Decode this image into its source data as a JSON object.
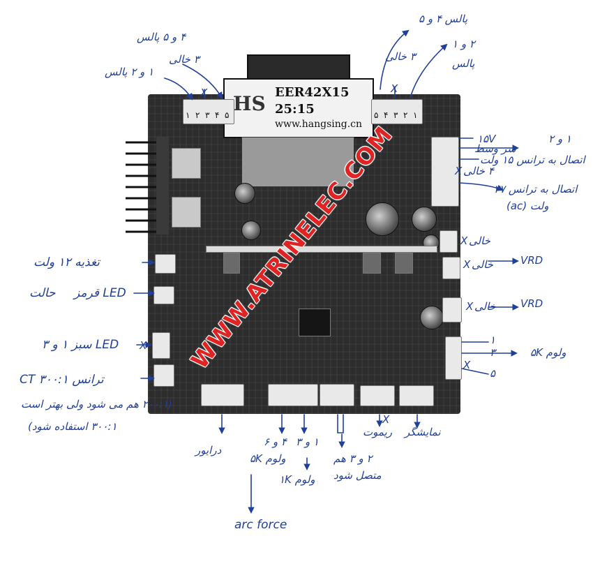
{
  "transformer": {
    "brand_mark": "HS",
    "model": "EER42X15",
    "ratio": "25:15",
    "website": "www.hangsing.cn"
  },
  "watermark": "WWW.ATRINELEC.COM",
  "left_top_connector": {
    "pins": [
      "۱",
      "۲",
      "۳",
      "۴",
      "۵"
    ],
    "x_mark": "X"
  },
  "right_top_connector": {
    "pins": [
      "۵",
      "۴",
      "۳",
      "۲",
      "۱"
    ],
    "x_mark": "X"
  },
  "labels": {
    "top_left_pulse_45": "۴ و ۵ پالس",
    "top_left_empty_3": "۳ خالی",
    "top_left_pulse_12": "۱ و ۲ پالس",
    "top_right_pulse_45": "پالس ۴ و ۵",
    "top_right_empty_3": "۳ خالی",
    "top_right_pulse_12_a": "۲ و ۱",
    "top_right_pulse_12_b": "پالس",
    "right_pin_15v": "۱۵V",
    "right_pin_12_hint": "۱ و ۲",
    "right_middle": "سر وسط",
    "right_trans_15v": "اتصال به ترانس ۱۵ ولت",
    "right_empty_4": "۴ خالی",
    "right_trans_27v": "اتصال به ترانس ۲۷",
    "right_volt_ac": "ولت (ac)",
    "right_empty_1": "خالی",
    "right_empty_vrd_1": "خالی",
    "right_vrd_1": "VRD",
    "right_empty_vrd_2": "خالی",
    "right_vrd_2": "VRD",
    "right_pot_pin1": "۱",
    "right_pot_pin3": "۳",
    "right_pot_pin5": "۵",
    "right_pot_5k": "ولوم ۵K",
    "left_supply_12v": "تغذیه ۱۲ ولت",
    "left_led_red": "LED قرمز",
    "left_led_status": "حالت",
    "left_led_green": "LED سبز ۱ و ۳",
    "left_ct": "ترانس ۳۰۰:۱ CT",
    "left_ct_note_1": "(۲۰۰:۱ هم می شود ولی بهتر است",
    "left_ct_note_2": "۳۰۰:۱ استفاده شود)",
    "bottom_driver": "درایور",
    "bottom_pot_46": "۴ و ۶",
    "bottom_pot_5k": "ولوم ۵K",
    "bottom_pot_13": "۱ و ۳",
    "bottom_pot_1k": "ولوم ۱K",
    "bottom_connect_23": "۲ و ۳ هم",
    "bottom_connect_note": "متصل شود",
    "bottom_remote": "ریموت",
    "bottom_display": "نمایشگر",
    "bottom_arc_force": "arc force",
    "x_mark": "X"
  }
}
